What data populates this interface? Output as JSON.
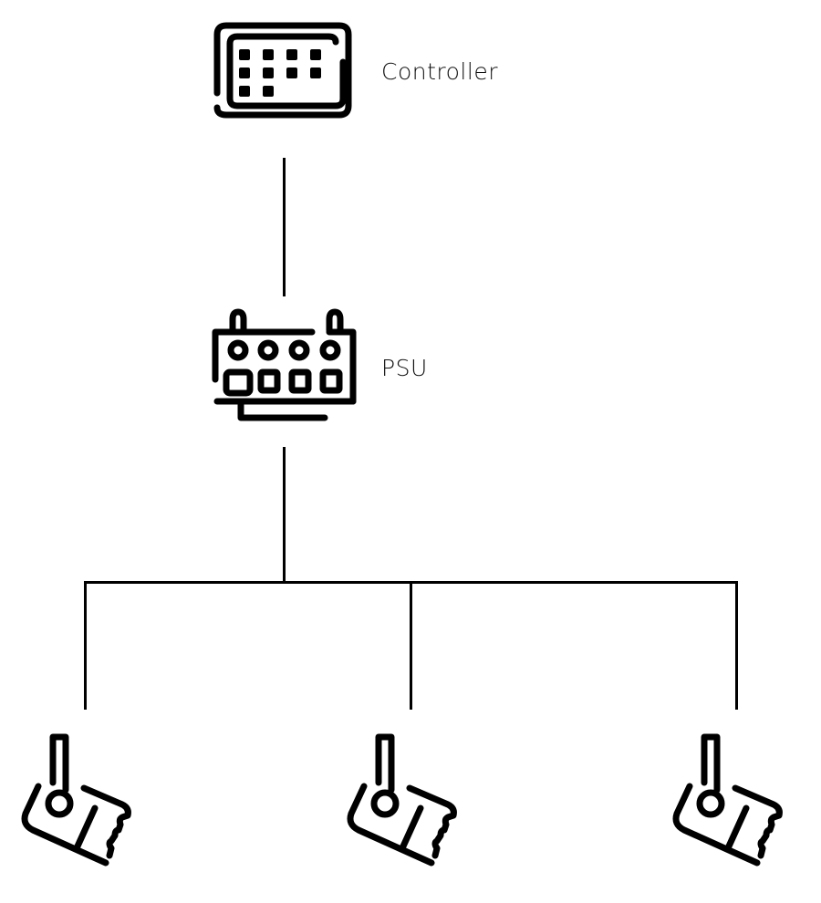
{
  "diagram": {
    "title": "",
    "nodes": {
      "controller": {
        "label": "Controller",
        "icon": "controller-panel-icon"
      },
      "psu": {
        "label": "PSU",
        "icon": "power-supply-icon"
      },
      "fixtures": [
        {
          "label": "",
          "icon": "stage-light-icon"
        },
        {
          "label": "",
          "icon": "stage-light-icon"
        },
        {
          "label": "",
          "icon": "stage-light-icon"
        }
      ]
    },
    "connections": [
      {
        "from": "controller",
        "to": "psu"
      },
      {
        "from": "psu",
        "to": "fixture-1"
      },
      {
        "from": "psu",
        "to": "fixture-2"
      },
      {
        "from": "psu",
        "to": "fixture-3"
      }
    ],
    "colors": {
      "stroke": "#000000",
      "background": "#ffffff",
      "text": "#111111"
    }
  }
}
